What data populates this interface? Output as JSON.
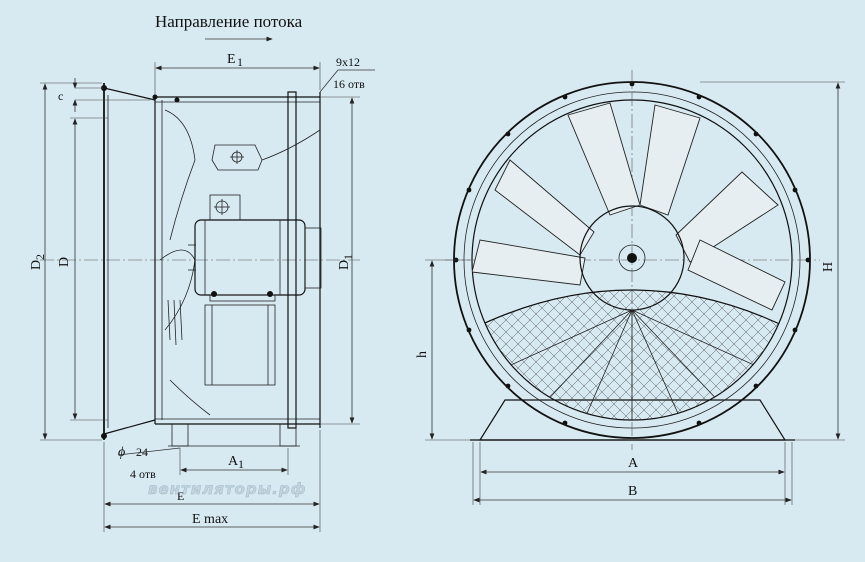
{
  "flow_title": "Направление потока",
  "side_view": {
    "label_e1": "E",
    "label_e1_sub": "1",
    "label_holes_top_size": "9x12",
    "label_holes_top_count": "16 отв",
    "label_c": "c",
    "label_d2": "D",
    "label_d2_sub": "2",
    "label_d": "D",
    "label_d1": "D",
    "label_d1_sub": "1",
    "label_phi": "ϕ",
    "label_phi_value": "24",
    "label_holes_bottom_count": "4 отв",
    "label_a1": "A",
    "label_a1_sub": "1",
    "label_e_small": "E",
    "label_emax": "E max"
  },
  "front_view": {
    "label_h": "h",
    "label_H": "H",
    "label_A": "A",
    "label_B": "B"
  },
  "watermark": "вентиляторы.рф"
}
